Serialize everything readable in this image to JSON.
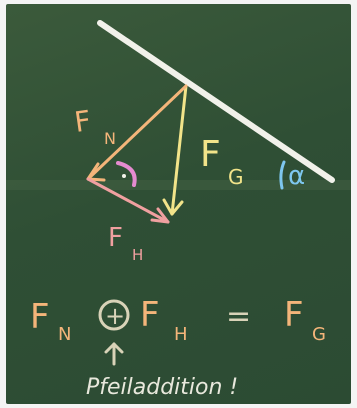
{
  "labels": {
    "normal_force": {
      "main": "F",
      "sub": "N"
    },
    "gravity_force": {
      "main": "F",
      "sub": "G"
    },
    "downhill_force": {
      "main": "F",
      "sub": "H"
    },
    "angle": "α"
  },
  "equation": {
    "term1": {
      "main": "F",
      "sub": "N"
    },
    "operator": "+",
    "term2": {
      "main": "F",
      "sub": "H"
    },
    "equals": "=",
    "result": {
      "main": "F",
      "sub": "G"
    }
  },
  "note": "Pfeiladdition !",
  "colors": {
    "board": "#2f4f35",
    "chalk_white": "#f1f1ea",
    "chalk_pink": "#f0a0a0",
    "chalk_orange": "#f4b57a",
    "chalk_yellow": "#f2e48a",
    "chalk_magenta": "#e58bd0",
    "chalk_blue": "#7ec7f0"
  }
}
